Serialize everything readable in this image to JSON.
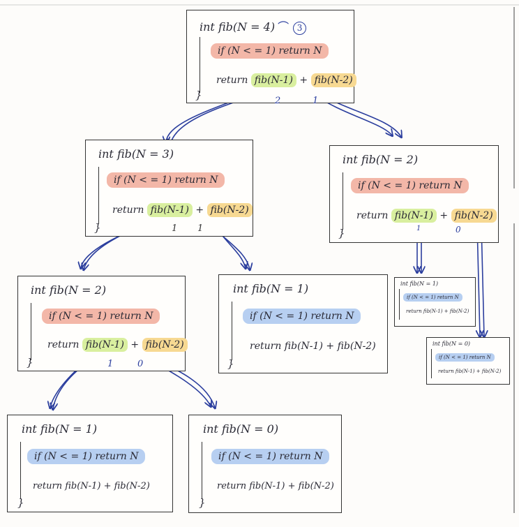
{
  "nodes": {
    "n4": {
      "sig": "int fib(N = 4)",
      "guard": "if (N < = 1) return N",
      "ret": "return",
      "t1": "fib(N-1)",
      "op": "+",
      "t2": "fib(N-2)",
      "badge": "3",
      "v1": "2",
      "v2": "1"
    },
    "n3": {
      "sig": "int fib(N = 3)",
      "guard": "if (N < = 1) return N",
      "ret": "return",
      "t1": "fib(N-1)",
      "op": "+",
      "t2": "fib(N-2)",
      "v1": "1",
      "v2": "1"
    },
    "n2r": {
      "sig": "int fib(N = 2)",
      "guard": "if (N < = 1) return N",
      "ret": "return",
      "t1": "fib(N-1)",
      "op": "+",
      "t2": "fib(N-2)",
      "v1": "1",
      "v2": "0"
    },
    "n2l": {
      "sig": "int fib(N = 2)",
      "guard": "if (N < = 1) return N",
      "ret": "return",
      "t1": "fib(N-1)",
      "op": "+",
      "t2": "fib(N-2)",
      "v1": "1",
      "v2": "0"
    },
    "n1a": {
      "sig": "int fib(N = 1)",
      "guard": "if (N < = 1) return N",
      "ret": "return",
      "t1": "fib(N-1)",
      "op": "+",
      "t2": "fib(N-2)"
    },
    "n1b": {
      "sig": "int fib(N = 1)",
      "guard": "if (N < = 1) return N",
      "ret": "return",
      "t1": "fib(N-1)",
      "op": "+",
      "t2": "fib(N-2)"
    },
    "n0a": {
      "sig": "int fib(N = 0)",
      "guard": "if (N < = 1) return N",
      "ret": "return",
      "t1": "fib(N-1)",
      "op": "+",
      "t2": "fib(N-2)"
    },
    "n0b": {
      "sig": "int fib(N = 0)",
      "guard": "if (N < = 1) return N",
      "ret": "return",
      "t1": "fib(N-1)",
      "op": "+",
      "t2": "fib(N-2)"
    }
  },
  "colors": {
    "ink": "#333333",
    "arrow": "#2b3e9e",
    "base_case_guard": "#b7cff1",
    "recursive_guard": "#f3b7a8",
    "term_left": "#d9ef9f",
    "term_right": "#f7d992"
  }
}
